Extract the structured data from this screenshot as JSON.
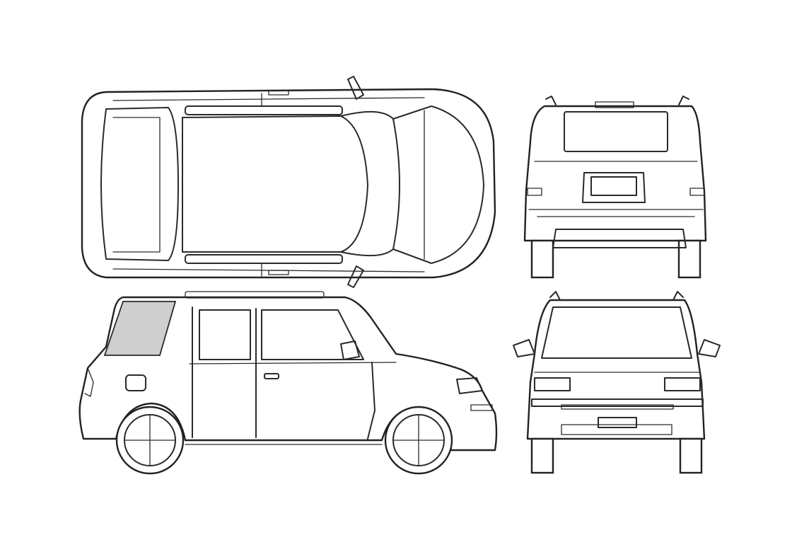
{
  "drawing": {
    "views": [
      "top",
      "rear",
      "side",
      "front"
    ],
    "line_color": "#2a2a2a",
    "background_color": "#ffffff",
    "tinted_glass_color": "#cfcfcf"
  }
}
